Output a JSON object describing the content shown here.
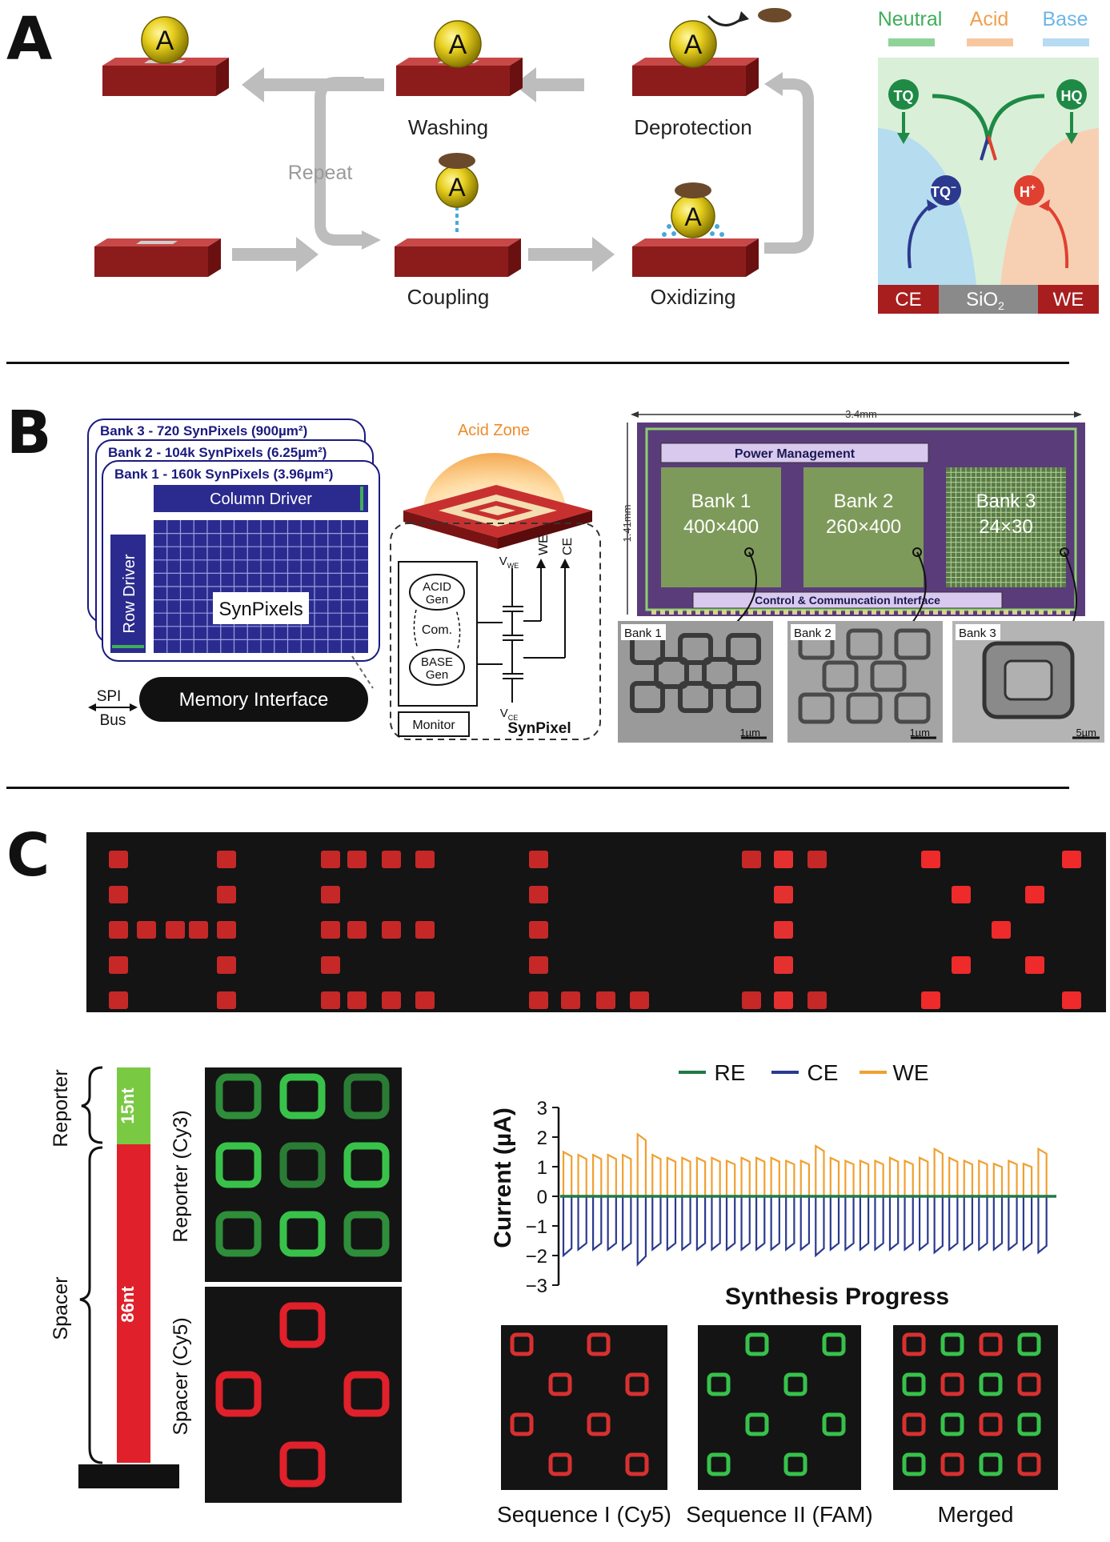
{
  "panels": {
    "a": "A",
    "b": "B",
    "c": "C"
  },
  "panelA": {
    "atom": "A",
    "steps": {
      "washing": "Washing",
      "deprotection": "Deprotection",
      "coupling": "Coupling",
      "oxidizing": "Oxidizing",
      "repeat": "Repeat"
    },
    "legend": {
      "neutral": "Neutral",
      "acid": "Acid",
      "base": "Base"
    },
    "species": {
      "tq": "TQ",
      "hq": "HQ",
      "tq_minus": "TQ",
      "tq_sup": "−",
      "h_plus": "H",
      "h_sup": "+"
    },
    "electrodes": {
      "ce": "CE",
      "sio2": "SiO",
      "sio2_sub": "2",
      "we": "WE"
    }
  },
  "panelB": {
    "banks": [
      "Bank 3 - 720 SynPixels (900µm²)",
      "Bank 2 - 104k SynPixels (6.25µm²)",
      "Bank 1 - 160k SynPixels (3.96µm²)"
    ],
    "column_driver": "Column Driver",
    "row_driver": "Row Driver",
    "synpixels": "SynPixels",
    "spi": "SPI",
    "bus": "Bus",
    "memory_interface": "Memory Interface",
    "acid_zone": "Acid Zone",
    "acid_gen": [
      "ACID",
      "Gen"
    ],
    "com": "Com.",
    "base_gen": [
      "BASE",
      "Gen"
    ],
    "monitor": "Monitor",
    "synpixel": "SynPixel",
    "vwe": "V",
    "vwe_sub": "WE",
    "vce": "V",
    "vce_sub": "CE",
    "we": "WE",
    "ce": "CE",
    "chip_width": "3.4mm",
    "chip_height": "1.41mm",
    "power_management": "Power Management",
    "control_interface": "Control & Communcation Interface",
    "chip_banks": [
      {
        "name": "Bank 1",
        "size": "400×400"
      },
      {
        "name": "Bank 2",
        "size": "260×400"
      },
      {
        "name": "Bank 3",
        "size": "24×30"
      }
    ],
    "sem": [
      {
        "label": "Bank 1",
        "scale": "1µm"
      },
      {
        "label": "Bank 2",
        "scale": "1µm"
      },
      {
        "label": "Bank 3",
        "scale": "5µm"
      }
    ]
  },
  "panelC": {
    "reporter": "Reporter",
    "spacer": "Spacer",
    "nt15": "15nt",
    "nt86": "86nt",
    "reporter_cy3": "Reporter (Cy3)",
    "spacer_cy5": "Spacer (Cy5)",
    "seq1": "Sequence I (Cy5)",
    "seq2": "Sequence II (FAM)",
    "merged": "Merged",
    "colors": {
      "red": "#e0202a",
      "green": "#39c24a",
      "re": "#1f7a45",
      "ce": "#2b3a8f",
      "we": "#f0a030"
    }
  },
  "chart_data": {
    "type": "line",
    "title": "",
    "xlabel": "Synthesis Progress",
    "ylabel": "Current (µA)",
    "ylim": [
      -3,
      3
    ],
    "yticks": [
      "3",
      "2",
      "1",
      "0",
      "−1",
      "−2",
      "−3"
    ],
    "legend_position": "top",
    "cycles": 33,
    "series": [
      {
        "name": "RE",
        "color": "#1f7a45",
        "pulse_values": [
          0
        ]
      },
      {
        "name": "CE",
        "color": "#2b3a8f",
        "pulse_values": [
          -2.0,
          -1.8,
          -1.8,
          -1.8,
          -1.8,
          -2.3,
          -1.8,
          -1.8,
          -1.8,
          -1.8,
          -1.8,
          -1.8,
          -1.8,
          -1.8,
          -1.8,
          -1.8,
          -1.8,
          -2.0,
          -1.8,
          -1.8,
          -1.8,
          -1.8,
          -1.8,
          -1.8,
          -1.8,
          -1.9,
          -1.8,
          -1.8,
          -1.8,
          -1.8,
          -1.8,
          -1.8,
          -1.9
        ]
      },
      {
        "name": "WE",
        "color": "#f0a030",
        "pulse_values": [
          1.5,
          1.4,
          1.4,
          1.4,
          1.4,
          2.1,
          1.4,
          1.3,
          1.3,
          1.3,
          1.3,
          1.2,
          1.3,
          1.3,
          1.3,
          1.2,
          1.2,
          1.7,
          1.3,
          1.2,
          1.2,
          1.2,
          1.3,
          1.2,
          1.3,
          1.6,
          1.3,
          1.2,
          1.2,
          1.1,
          1.2,
          1.1,
          1.6
        ]
      }
    ]
  }
}
